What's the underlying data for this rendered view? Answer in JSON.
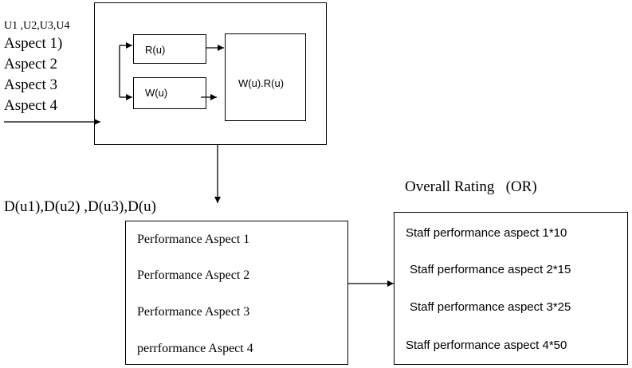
{
  "inputs": {
    "users_label": "U1 ,U2,U3,U4",
    "aspects": [
      "Aspect 1)",
      "Aspect 2",
      "Aspect 3",
      "Aspect 4"
    ]
  },
  "process_block": {
    "r_label": "R(u)",
    "w_label": "W(u)",
    "product_label": "W(u).R(u)"
  },
  "decision_label": "D(u1),D(u2) ,D(u3),D(u)",
  "performance_aspects": [
    "Performance Aspect 1",
    "Performance Aspect 2",
    "Performance Aspect 3",
    "perrformance Aspect 4"
  ],
  "overall_rating": {
    "title": "Overall Rating   (OR)",
    "items": [
      "Staff performance aspect 1*10",
      "Staff performance aspect 2*15",
      "Staff performance aspect 3*25",
      "Staff performance aspect 4*50"
    ]
  }
}
